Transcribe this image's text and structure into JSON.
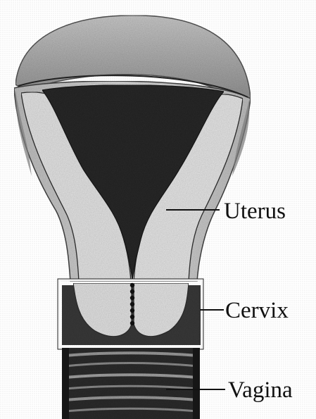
{
  "labels": {
    "uterus": "Uterus",
    "cervix": "Cervix",
    "vagina": "Vagina"
  }
}
